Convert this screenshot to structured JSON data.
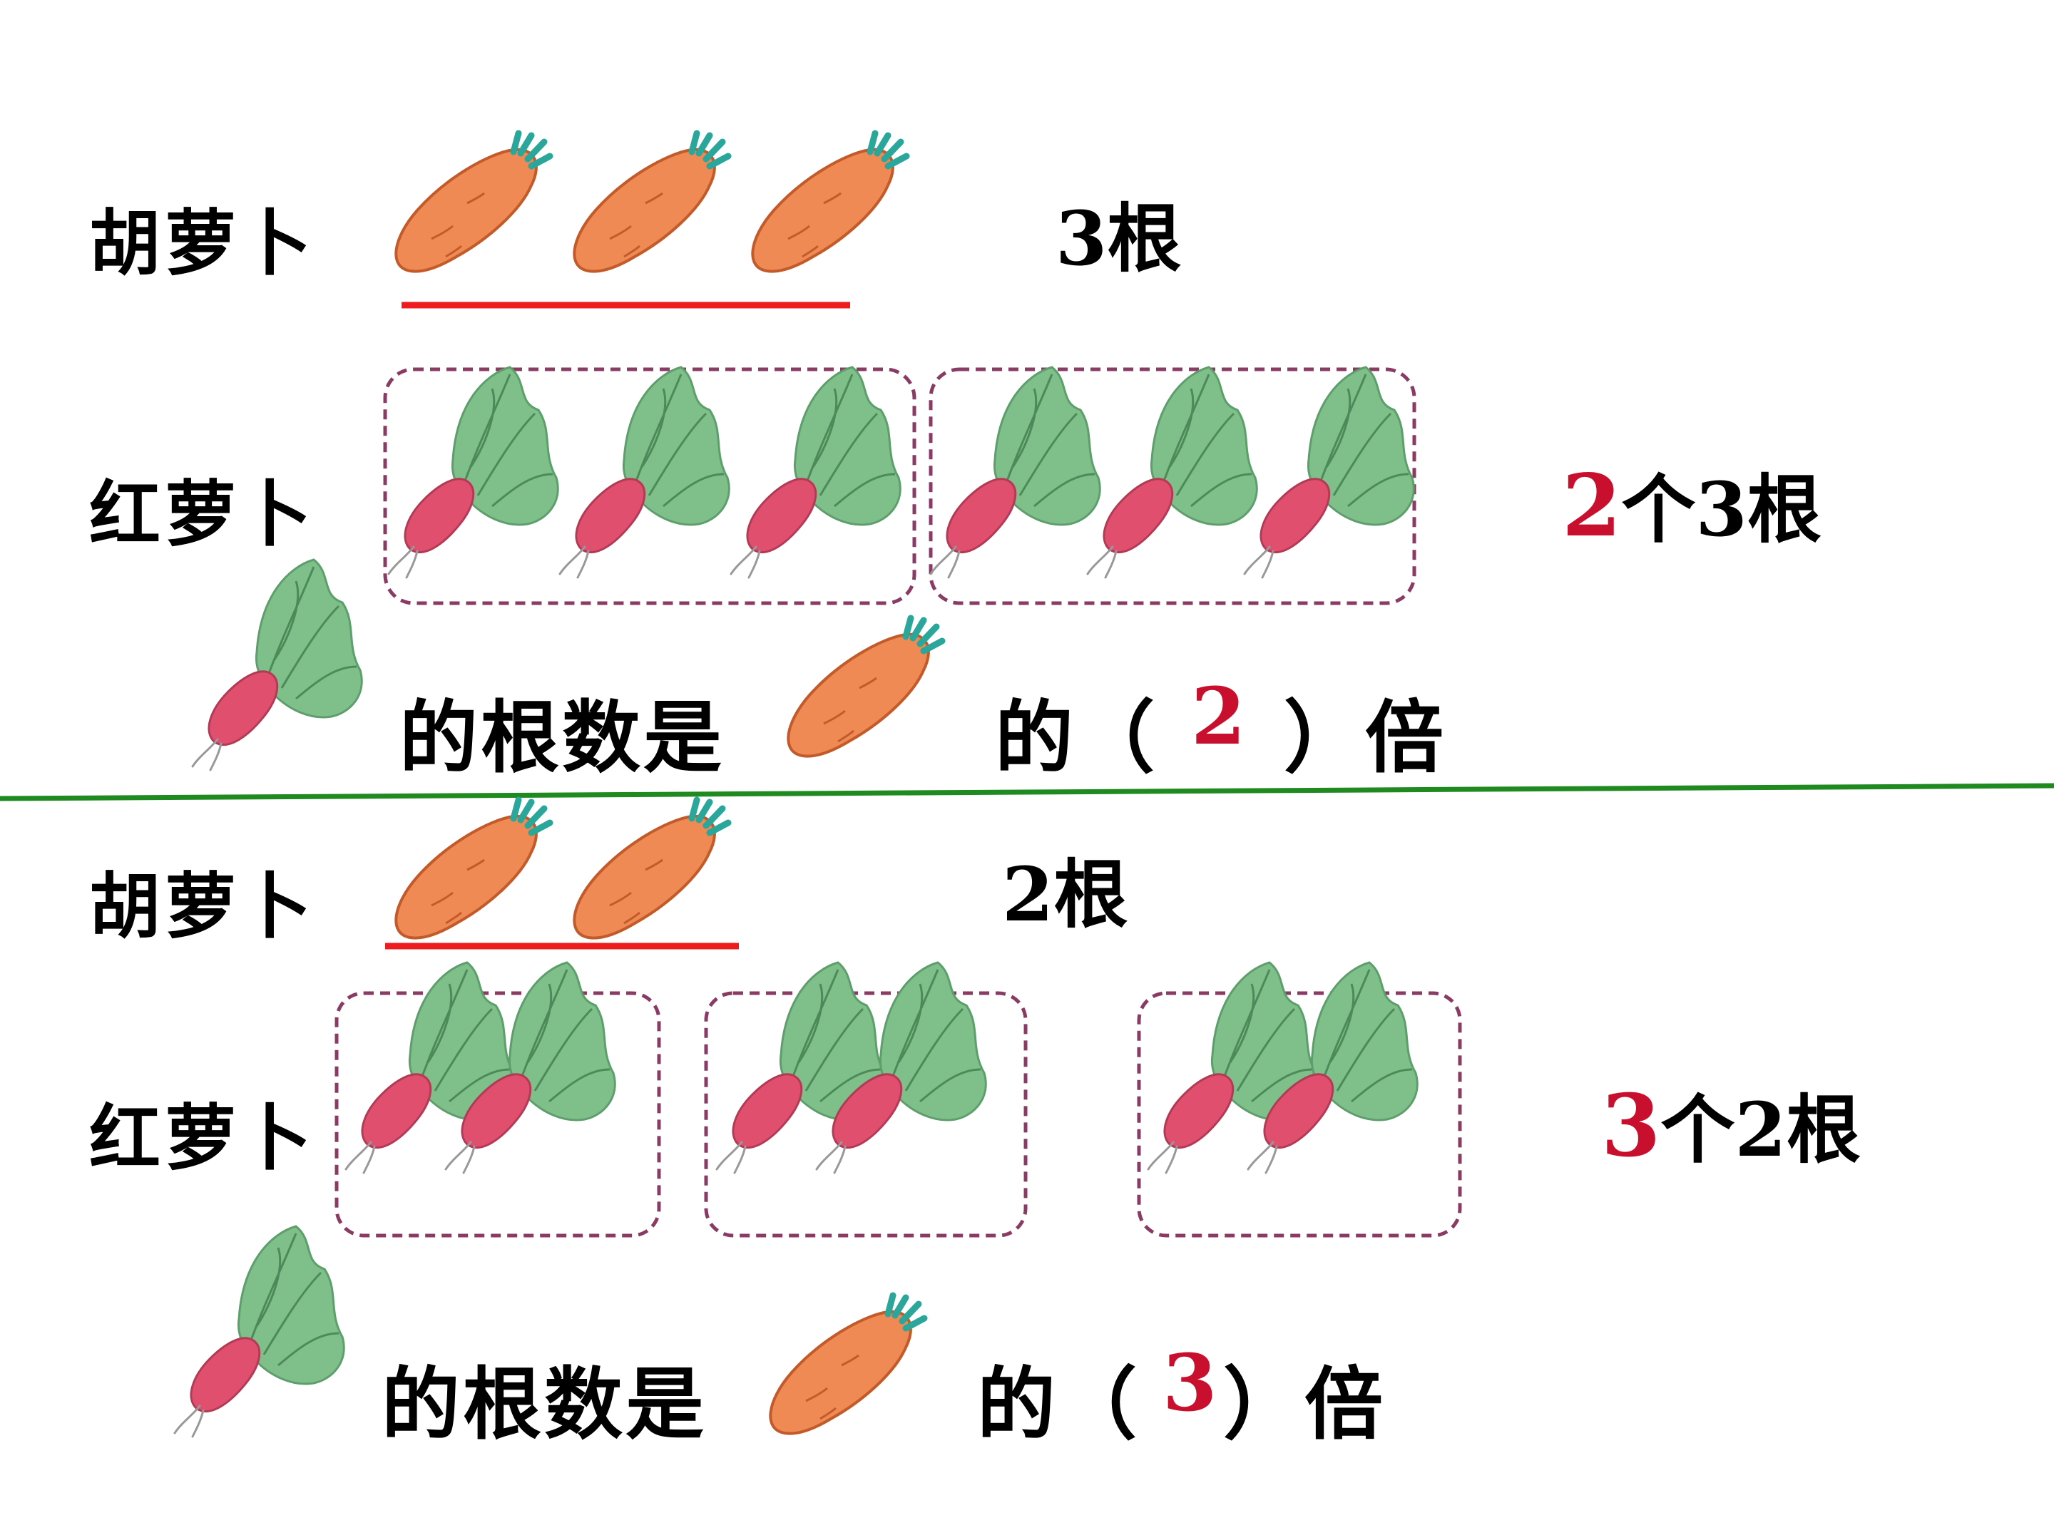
{
  "colors": {
    "carrot": "#ef8a55",
    "carrot_outline": "#c25a2a",
    "carrot_leaf": "#2aa79a",
    "radish_root": "#e0506e",
    "radish_leaf": "#7fbf8a",
    "radish_leaf_dark": "#5e9e6c",
    "answer_red": "#c8102e",
    "underline_red": "#ee1c1c",
    "divider_green": "#1f8a1f",
    "group_box": "#8a3b63"
  },
  "icons": {
    "carrot": "carrot-icon",
    "radish": "red-radish-icon"
  },
  "problem1": {
    "carrot_label": "胡萝卜",
    "carrot_count": 3,
    "carrot_count_text": "3根",
    "radish_label": "红萝卜",
    "radish_count": 6,
    "group_size": 3,
    "groups_text": {
      "number": "2",
      "rest": "个3根"
    },
    "sentence": {
      "part1": "的根数是",
      "part2": "的（",
      "answer": "2",
      "part3": "）倍"
    }
  },
  "problem2": {
    "carrot_label": "胡萝卜",
    "carrot_count": 2,
    "carrot_count_text": "2根",
    "radish_label": "红萝卜",
    "radish_count": 6,
    "group_size": 2,
    "groups_text": {
      "number": "3",
      "rest": "个2根"
    },
    "sentence": {
      "part1": "的根数是",
      "part2": "的（",
      "answer": "3",
      "part3": "）倍"
    }
  }
}
